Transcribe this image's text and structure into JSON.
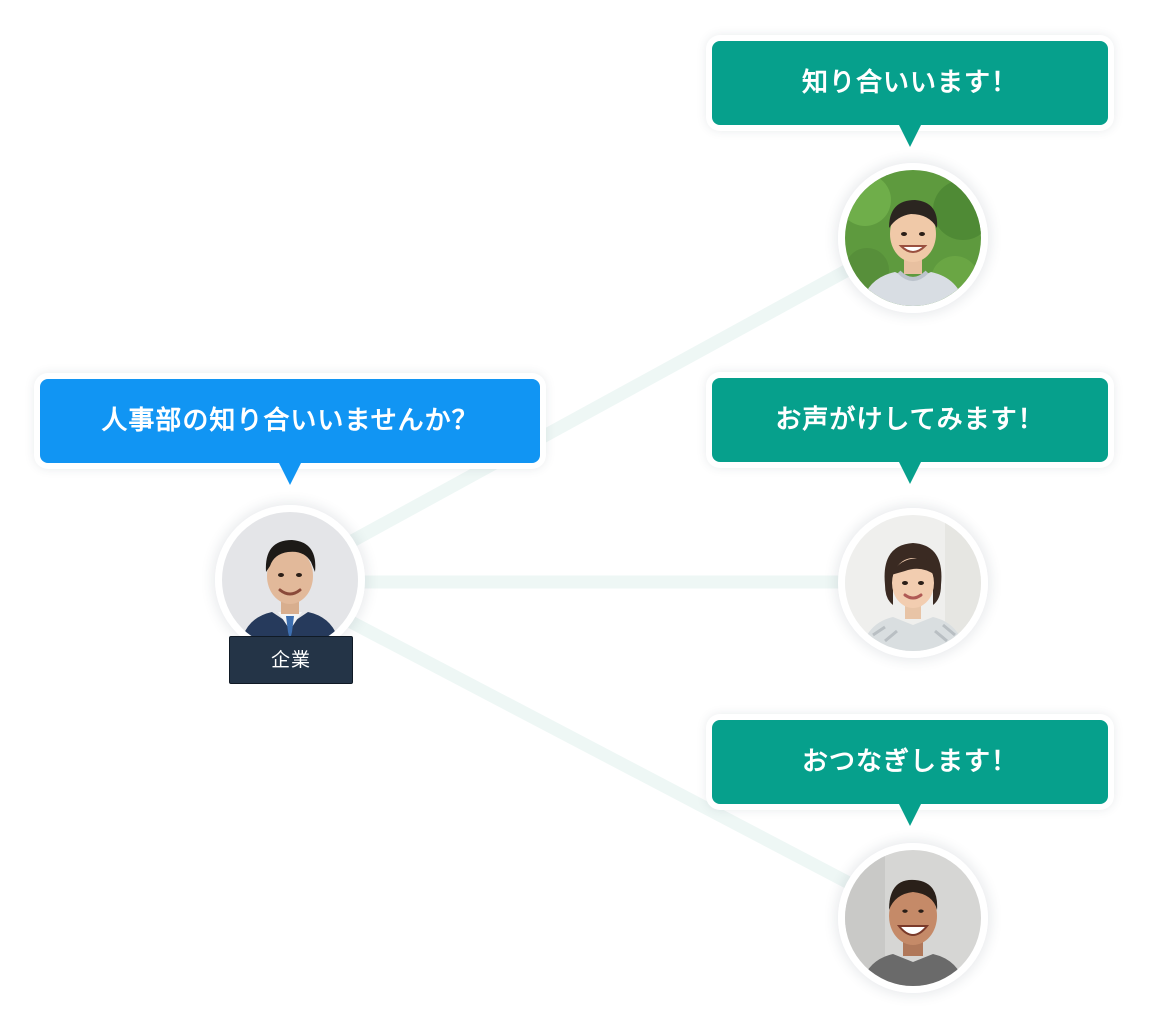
{
  "requester": {
    "message": "人事部の知り合いいませんか？",
    "tag": "企業",
    "accent": "#1195f3"
  },
  "responders": [
    {
      "message": "知り合いいます！"
    },
    {
      "message": "お声がけしてみます！"
    },
    {
      "message": "おつなぎします！"
    }
  ],
  "colors": {
    "responder_bubble": "#06a08c",
    "connector_line": "#eef7f5",
    "tag_background": "#243447"
  }
}
